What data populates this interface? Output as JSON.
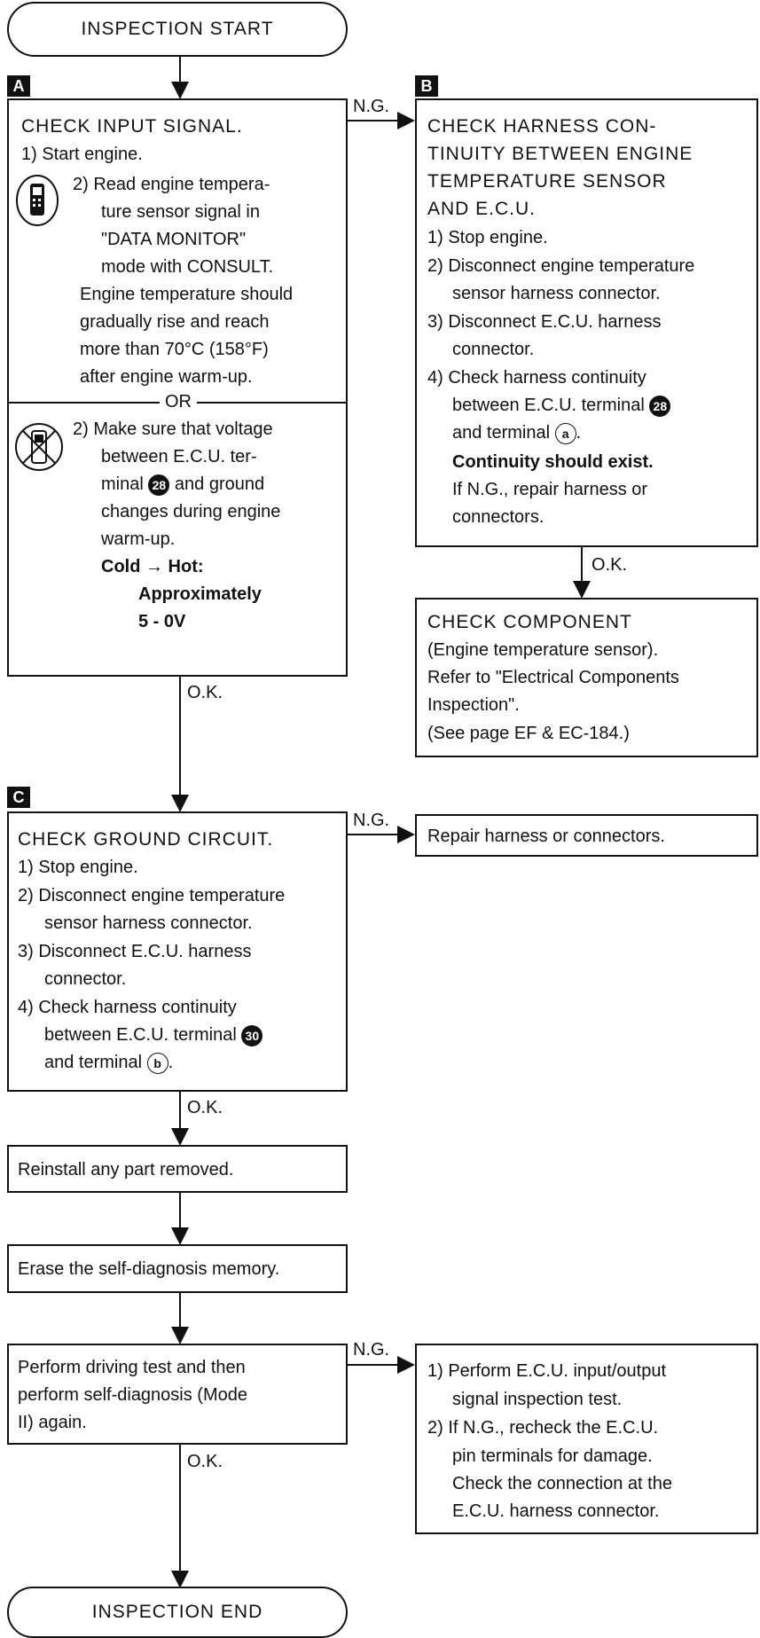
{
  "start": "INSPECTION START",
  "end": "INSPECTION END",
  "tags": {
    "a": "A",
    "b": "B",
    "c": "C"
  },
  "labels": {
    "ng": "N.G.",
    "ok": "O.K.",
    "or": "OR"
  },
  "box_a": {
    "title": "CHECK INPUT SIGNAL.",
    "s1": "1) Start engine.",
    "s2_1": "2) Read engine tempera-",
    "s2_2": "ture sensor signal in",
    "s2_3": "\"DATA MONITOR\"",
    "s2_4": "mode with CONSULT.",
    "s2_5": "Engine temperature should",
    "s2_6": "gradually rise and reach",
    "s2_7": "more than 70°C (158°F)",
    "s2_8": "after engine warm-up.",
    "alt_1": "2) Make sure that voltage",
    "alt_2": "between E.C.U. ter-",
    "alt_3a": "minal",
    "alt_3b": "and ground",
    "alt_4": "changes during engine",
    "alt_5": "warm-up.",
    "alt_6": "Cold → Hot:",
    "alt_7": "Approximately",
    "alt_8": "5 - 0V",
    "terminal": "28"
  },
  "box_b": {
    "title_1": "CHECK HARNESS CON-",
    "title_2": "TINUITY BETWEEN ENGINE",
    "title_3": "TEMPERATURE SENSOR",
    "title_4": "AND E.C.U.",
    "s1": "1) Stop engine.",
    "s2_1": "2) Disconnect engine temperature",
    "s2_2": "sensor harness connector.",
    "s3_1": "3) Disconnect E.C.U. harness",
    "s3_2": "connector.",
    "s4_1": "4) Check harness continuity",
    "s4_2a": "between E.C.U. terminal",
    "s4_3a": "and terminal",
    "s4_3b": ".",
    "res_1": "Continuity should exist.",
    "res_2": "If N.G., repair harness or",
    "res_3": "connectors.",
    "terminal": "28",
    "terminal2": "a"
  },
  "component": {
    "l1": "CHECK  COMPONENT",
    "l2": "(Engine temperature sensor).",
    "l3": "Refer to \"Electrical Components",
    "l4": "Inspection\".",
    "l5": "(See page EF & EC-184.)"
  },
  "box_c": {
    "title": "CHECK  GROUND  CIRCUIT.",
    "s1": "1) Stop engine.",
    "s2_1": "2) Disconnect engine temperature",
    "s2_2": "sensor harness connector.",
    "s3_1": "3) Disconnect E.C.U. harness",
    "s3_2": "connector.",
    "s4_1": "4) Check harness continuity",
    "s4_2a": "between E.C.U. terminal",
    "s4_3a": "and terminal",
    "s4_3b": ".",
    "terminal": "30",
    "terminal2": "b"
  },
  "repair": "Repair harness or connectors.",
  "reinstall": "Reinstall any part removed.",
  "erase": "Erase the self-diagnosis memory.",
  "drive": {
    "l1": "Perform driving test and then",
    "l2": "perform self-diagnosis (Mode",
    "l3": "II) again."
  },
  "ecu": {
    "l1": "1) Perform E.C.U. input/output",
    "l2": "signal inspection test.",
    "l3": "2) If N.G., recheck the E.C.U.",
    "l4": "pin terminals for damage.",
    "l5": "Check the connection at the",
    "l6": "E.C.U. harness connector."
  }
}
